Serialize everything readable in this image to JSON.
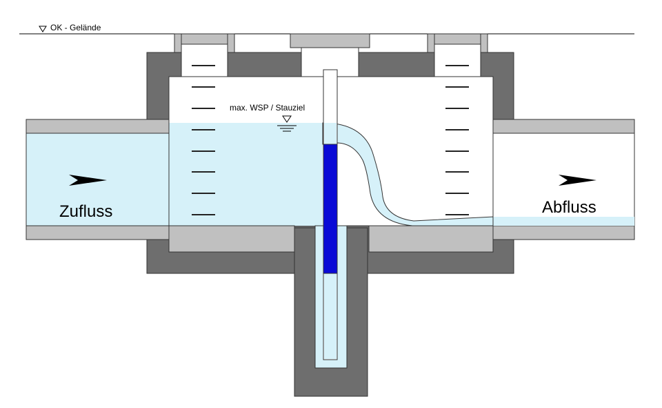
{
  "labels": {
    "ground": "OK - Gelände",
    "max_water_level": "max. WSP / Stauziel",
    "inflow": "Zufluss",
    "outflow": "Abfluss"
  },
  "colors": {
    "concrete_dark": "#6e6e6e",
    "concrete_light": "#c0c0c0",
    "water": "#d6f1f9",
    "gate_fill": "#0a0ad6",
    "outline": "#333333",
    "ladder_rung": "#222222"
  },
  "icons": {
    "ground_marker": "triangle-down-icon",
    "water_level_marker": "water-level-icon",
    "flow_arrow": "flow-arrow-icon"
  }
}
